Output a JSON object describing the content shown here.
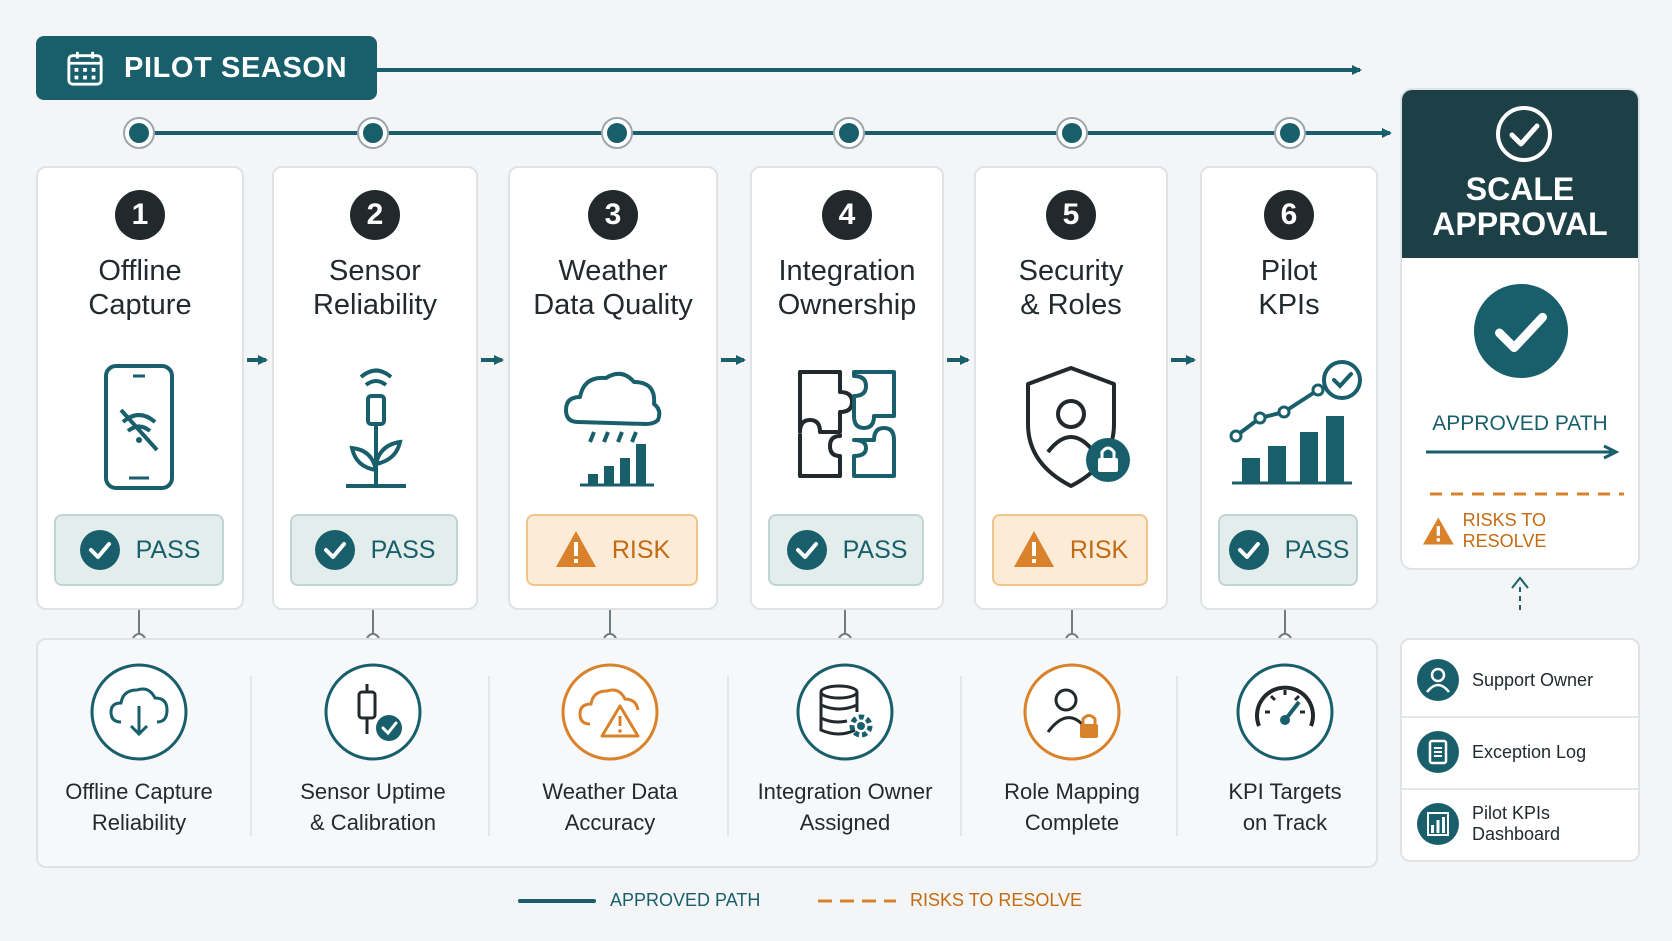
{
  "banner": {
    "title": "PILOT SEASON",
    "icon": "calendar-icon"
  },
  "steps": [
    {
      "number": "1",
      "title": "Offline\nCapture",
      "icon": "phone-offline-icon",
      "status": "pass",
      "status_label": "PASS",
      "detail": {
        "label": "Offline Capture\nReliability",
        "icon": "cloud-download-icon"
      }
    },
    {
      "number": "2",
      "title": "Sensor\nReliability",
      "icon": "sensor-plant-icon",
      "status": "pass",
      "status_label": "PASS",
      "detail": {
        "label": "Sensor Uptime\n& Calibration",
        "icon": "sensor-check-icon"
      }
    },
    {
      "number": "3",
      "title": "Weather\nData Quality",
      "icon": "rain-chart-icon",
      "status": "risk",
      "status_label": "RISK",
      "detail": {
        "label": "Weather Data\nAccuracy",
        "icon": "cloud-warning-icon"
      }
    },
    {
      "number": "4",
      "title": "Integration\nOwnership",
      "icon": "puzzle-icon",
      "status": "pass",
      "status_label": "PASS",
      "detail": {
        "label": "Integration Owner\nAssigned",
        "icon": "database-gear-icon"
      }
    },
    {
      "number": "5",
      "title": "Security\n& Roles",
      "icon": "shield-user-lock-icon",
      "status": "risk",
      "status_label": "RISK",
      "detail": {
        "label": "Role Mapping\nComplete",
        "icon": "user-lock-icon"
      }
    },
    {
      "number": "6",
      "title": "Pilot\nKPIs",
      "icon": "kpi-chart-icon",
      "status": "pass",
      "status_label": "PASS",
      "detail": {
        "label": "KPI Targets\non Track",
        "icon": "gauge-icon"
      }
    }
  ],
  "approval": {
    "title": "SCALE\nAPPROVAL",
    "approved_label": "APPROVED PATH",
    "risks_label": "RISKS TO RESOLVE"
  },
  "support": [
    {
      "label": "Support Owner",
      "icon": "user-icon"
    },
    {
      "label": "Exception Log",
      "icon": "document-icon"
    },
    {
      "label": "Pilot KPIs Dashboard",
      "icon": "bar-chart-icon"
    }
  ],
  "legend": {
    "approved": "APPROVED PATH",
    "risks": "RISKS TO RESOLVE"
  },
  "colors": {
    "teal": "#195f6b",
    "dark": "#1d3f46",
    "orange": "#d9822b",
    "badge_pass": "#e3eeec",
    "badge_risk": "#fcebd6"
  }
}
